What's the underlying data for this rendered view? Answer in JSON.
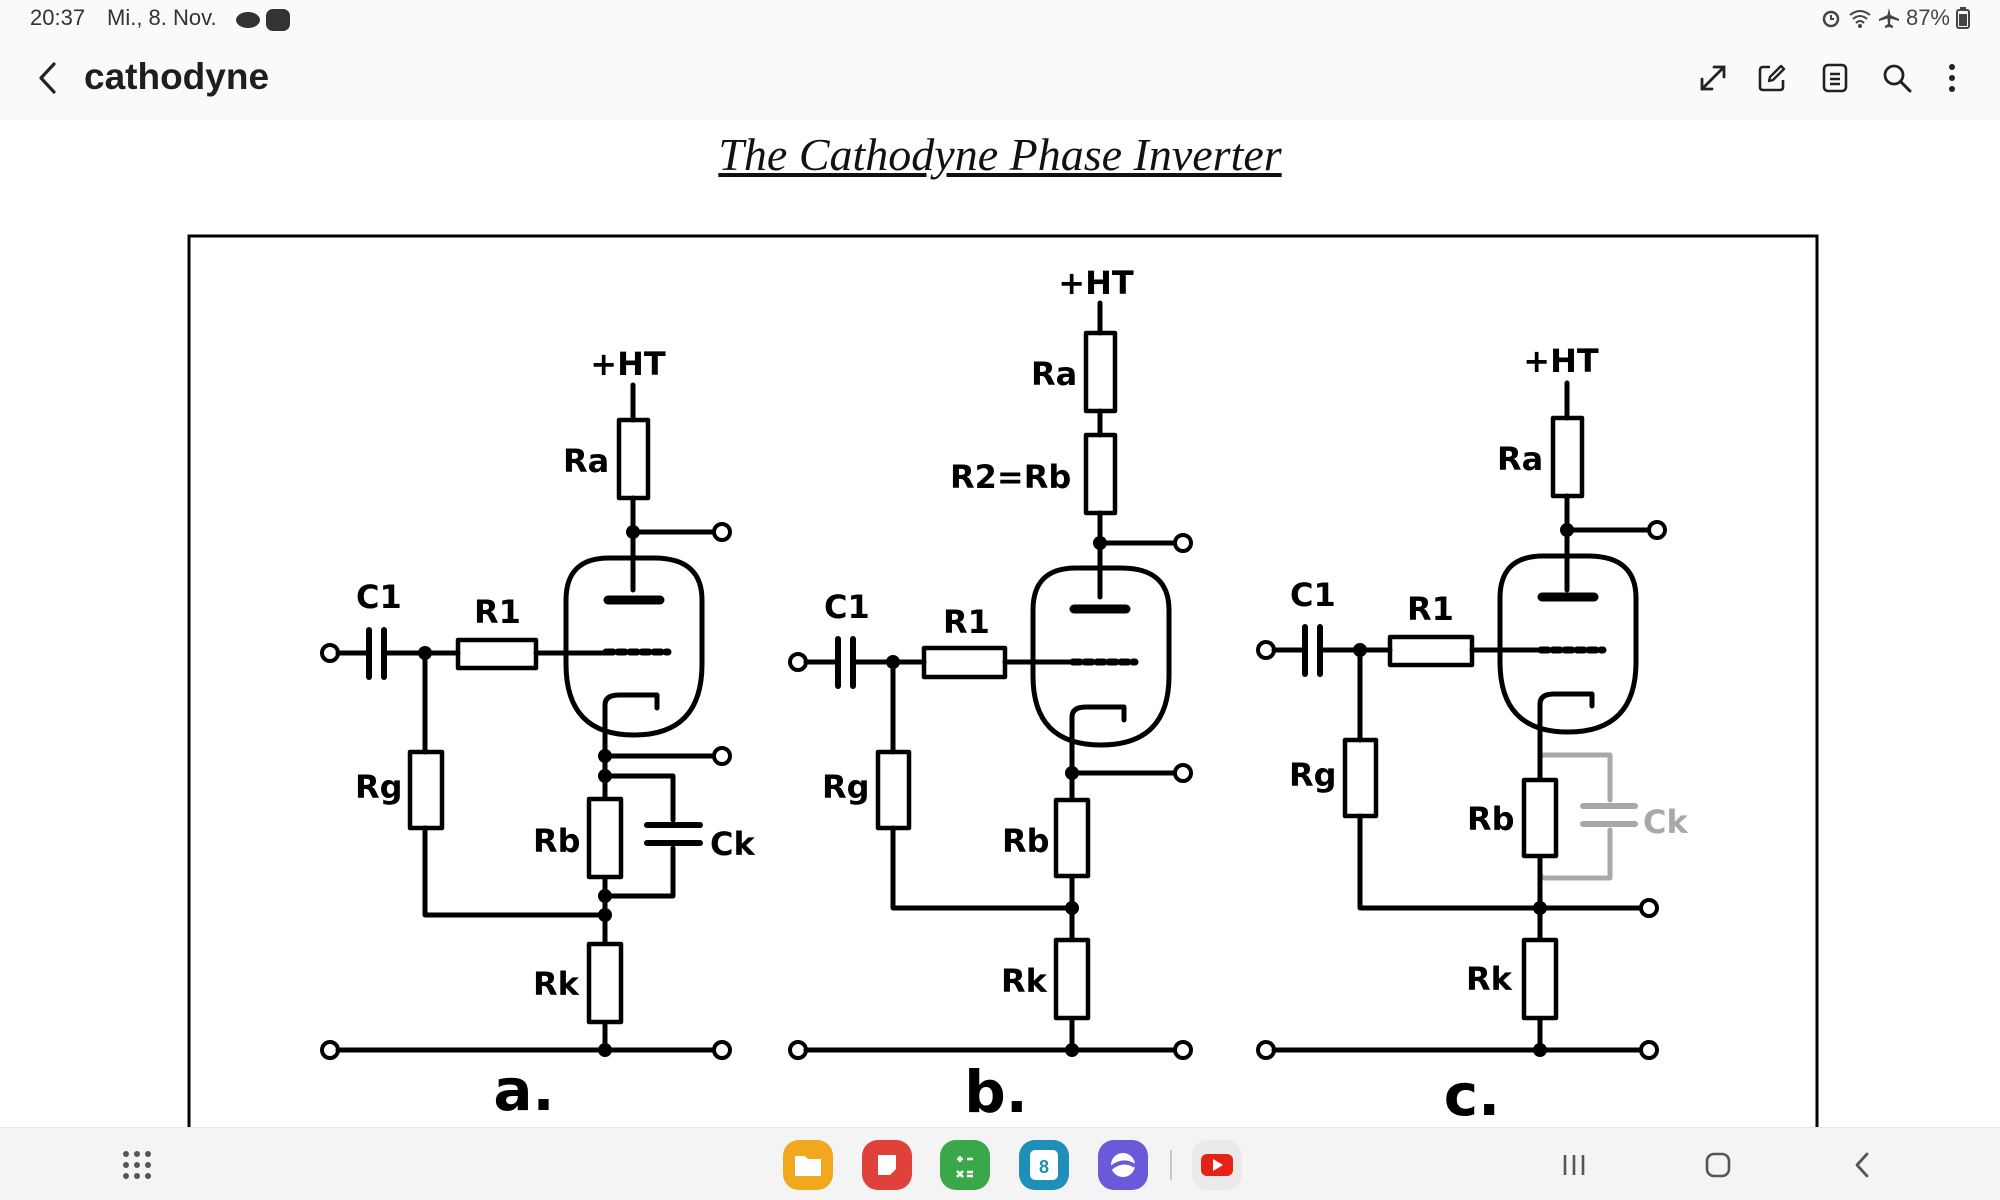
{
  "status_bar": {
    "time": "20:37",
    "date": "Mi., 8. Nov.",
    "battery": "87%"
  },
  "toolbar": {
    "title": "cathodyne",
    "icons": [
      "back-arrow-icon",
      "expand-icon",
      "edit-icon",
      "page-view-icon",
      "search-icon",
      "more-options-icon"
    ]
  },
  "document": {
    "title": "The Cathodyne Phase Inverter"
  },
  "diagram": {
    "labels": {
      "ht": "+HT",
      "ra": "Ra",
      "r2rb": "R2=Rb",
      "rb": "Rb",
      "rk": "Rk",
      "rg": "Rg",
      "c1": "C1",
      "r1": "R1",
      "ck": "Ck",
      "panel_a": "a.",
      "panel_b": "b.",
      "panel_c": "c."
    }
  },
  "navbar": {
    "apps": [
      "folder-app-icon",
      "notes-app-icon",
      "calculator-app-icon",
      "calendar-app-icon",
      "browser-app-icon",
      "youtube-app-icon"
    ],
    "calendar_day": "8",
    "colors": {
      "folder": "#f2a81d",
      "notes": "#e0413a",
      "calculator": "#3aa84a",
      "calendar": "#1d8fb8",
      "browser": "#6a5ad9",
      "youtube": "#e62117"
    }
  }
}
